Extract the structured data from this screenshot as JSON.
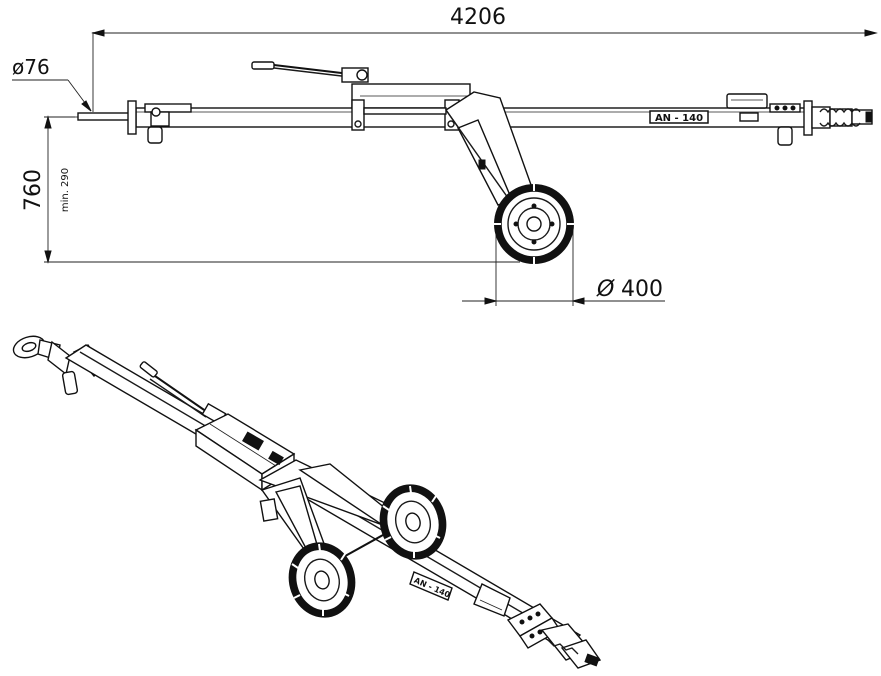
{
  "dimensions": {
    "overall_length": "4206",
    "drawbar_diameter": "ø76",
    "height": "760",
    "height_min": "min. 290",
    "wheel_diameter_symbol": "Ø",
    "wheel_diameter": "400"
  },
  "model_label": "AN - 140",
  "colors": {
    "line": "#111111",
    "background": "#ffffff"
  }
}
